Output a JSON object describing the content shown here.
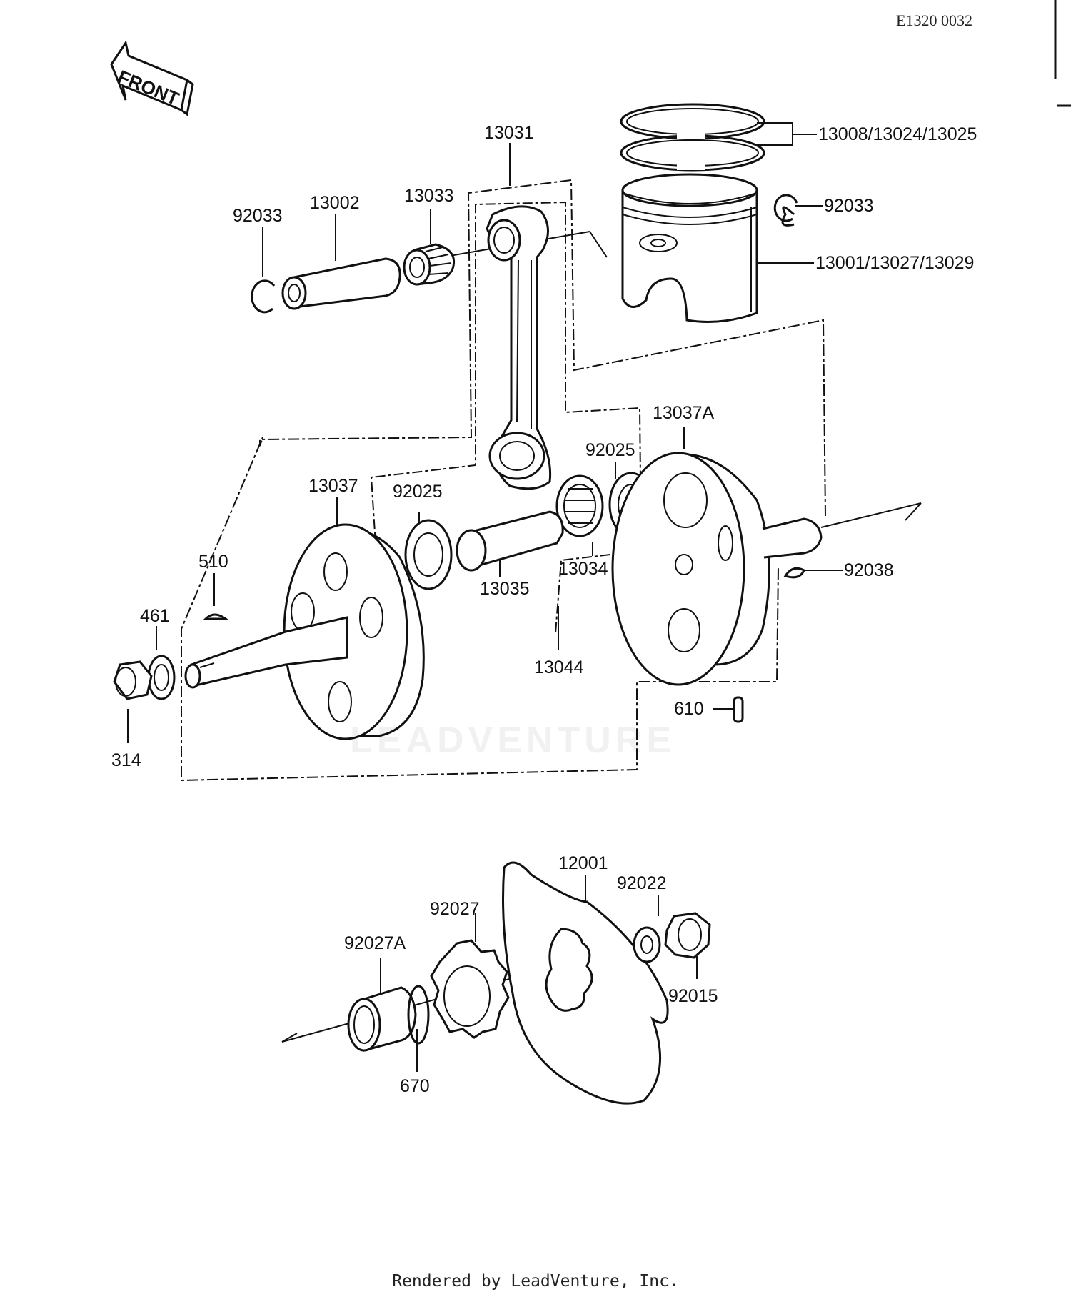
{
  "diagram_code": "E1320 0032",
  "front_label": "FRONT",
  "watermark": "LEADVENTURE",
  "footer": "Rendered by LeadVenture, Inc.",
  "callouts": {
    "c13031": "13031",
    "c13008": "13008/13024/13025",
    "c92033_right": "92033",
    "c13001": "13001/13027/13029",
    "c92033_left": "92033",
    "c13002": "13002",
    "c13033": "13033",
    "c13037A": "13037A",
    "c92025_right": "92025",
    "c13037": "13037",
    "c92025_left": "92025",
    "c510": "510",
    "c461": "461",
    "c13035": "13035",
    "c13034": "13034",
    "c92038": "92038",
    "c13044": "13044",
    "c610": "610",
    "c314": "314",
    "c12001": "12001",
    "c92022": "92022",
    "c92027": "92027",
    "c92027A": "92027A",
    "c92015": "92015",
    "c670": "670"
  }
}
